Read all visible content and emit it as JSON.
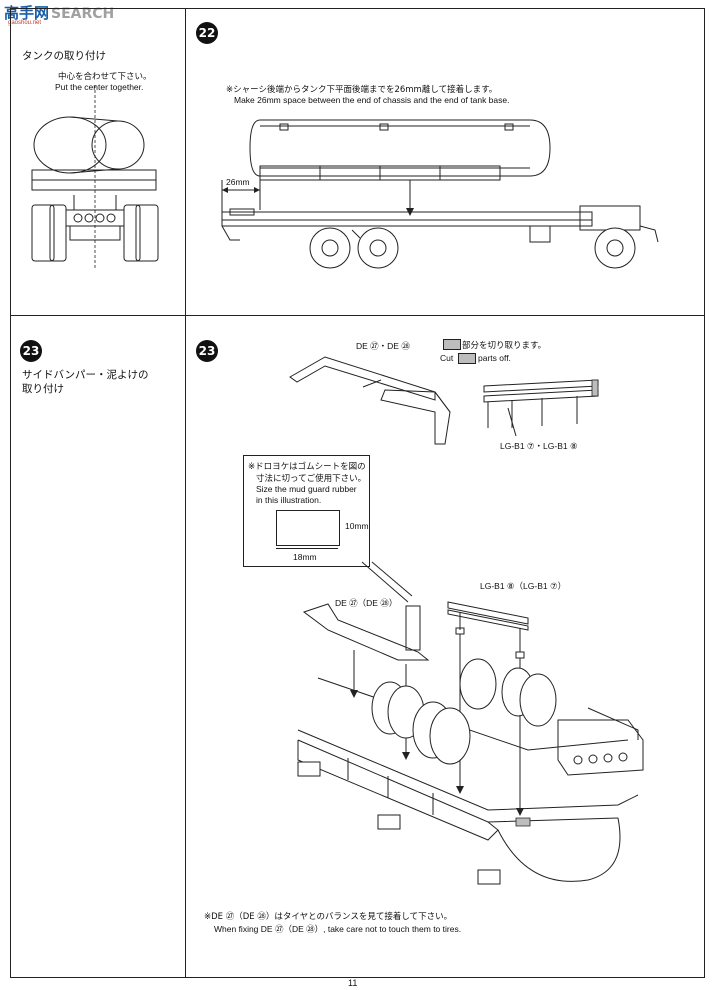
{
  "watermark": {
    "brand": "高手网",
    "search": "SEARCH",
    "site": "gaoshou.net"
  },
  "left": {
    "tank_title": "タンクの取り付け",
    "tank_note_jp": "中心を合わせて下さい。",
    "tank_note_en": "Put the center together.",
    "step23_num": "23",
    "step23_title_line1": "サイドバンパー・泥よけの",
    "step23_title_line2": "取り付け"
  },
  "step22": {
    "num": "22",
    "note_jp": "※シャーシ後端からタンク下平面後端までを26mm離して接着します。",
    "note_en": "Make 26mm space between the end of chassis and the end of tank base.",
    "dimension": "26mm"
  },
  "step23": {
    "num": "23",
    "part_de": "DE ㉗・DE ㉘",
    "cut_jp": "部分を切り取ります。",
    "cut_en_prefix": "Cut",
    "cut_en_suffix": "parts off.",
    "part_lg": "LG-B1 ⑦・LG-B1 ⑧",
    "mud_note_jp_line1": "※ドロヨケはゴムシートを図の",
    "mud_note_jp_line2": "寸法に切ってご使用下さい。",
    "mud_note_en_line1": "Size the mud guard rubber",
    "mud_note_en_line2": "in this illustration.",
    "dim_h": "10mm",
    "dim_w": "18mm",
    "part_de_alt": "DE ㉗（DE ㉘）",
    "part_lg_alt": "LG-B1 ⑧（LG-B1 ⑦）",
    "footer_jp": "※DE ㉗（DE ㉘）はタイヤとのバランスを見て接着して下さい。",
    "footer_en": "When fixing DE ㉗（DE ㉘）, take care not to touch them to tires."
  },
  "page_number": "11"
}
